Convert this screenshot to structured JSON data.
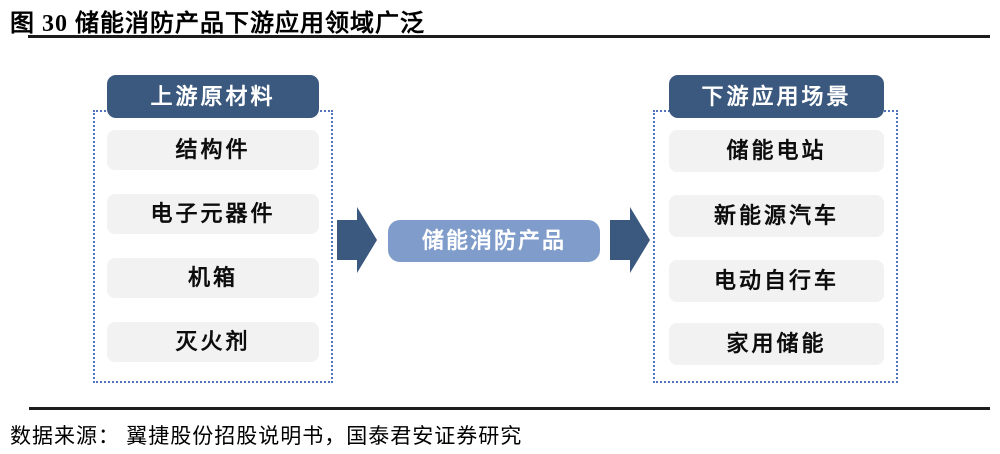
{
  "figure": {
    "title": "图 30 储能消防产品下游应用领域广泛",
    "source": "数据来源： 翼捷股份招股说明书，国泰君安证券研究"
  },
  "diagram": {
    "upstream": {
      "header": "上游原材料",
      "items": [
        "结构件",
        "电子元器件",
        "机箱",
        "灭火剂"
      ]
    },
    "product": {
      "label": "储能消防产品"
    },
    "downstream": {
      "header": "下游应用场景",
      "items": [
        "储能电站",
        "新能源汽车",
        "电动自行车",
        "家用储能"
      ]
    },
    "flow": "upstream → product → downstream"
  },
  "icons": {
    "left_arrow": "right-block-arrow",
    "right_arrow": "right-block-arrow"
  },
  "colors": {
    "header_bg": "#3b597e",
    "product_bg": "#7f9cca",
    "item_bg": "#f2f2f2",
    "arrow_fill": "#3b597e",
    "dashed_border": "#5273bd",
    "rule": "#1c1c1c",
    "title_text": "#000000",
    "header_text": "#ffffff"
  }
}
